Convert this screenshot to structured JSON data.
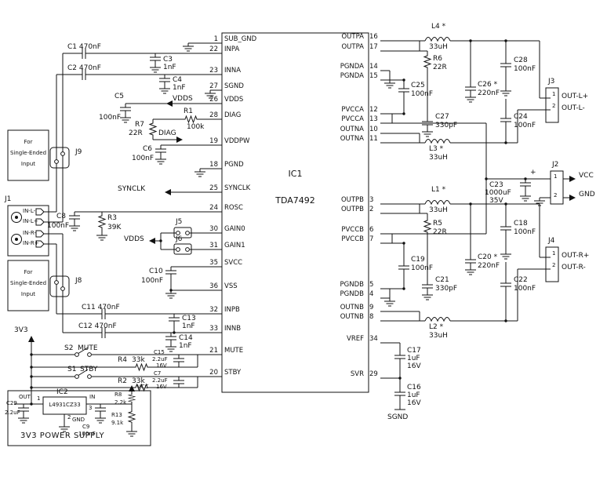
{
  "ic": {
    "ref": "IC1",
    "part": "TDA7492"
  },
  "pins_left": [
    {
      "num": "1",
      "name": "SUB_GND"
    },
    {
      "num": "22",
      "name": "INPA"
    },
    {
      "num": "23",
      "name": "INNA"
    },
    {
      "num": "27",
      "name": "SGND"
    },
    {
      "num": "26",
      "name": "VDDS"
    },
    {
      "num": "28",
      "name": "DIAG"
    },
    {
      "num": "19",
      "name": "VDDPW"
    },
    {
      "num": "18",
      "name": "PGND"
    },
    {
      "num": "25",
      "name": "SYNCLK"
    },
    {
      "num": "24",
      "name": "ROSC"
    },
    {
      "num": "30",
      "name": "GAIN0"
    },
    {
      "num": "31",
      "name": "GAIN1"
    },
    {
      "num": "35",
      "name": "SVCC"
    },
    {
      "num": "36",
      "name": "VSS"
    },
    {
      "num": "32",
      "name": "INPB"
    },
    {
      "num": "33",
      "name": "INNB"
    },
    {
      "num": "21",
      "name": "MUTE"
    },
    {
      "num": "20",
      "name": "STBY"
    }
  ],
  "pins_right": [
    {
      "num": "16",
      "name": "OUTPA"
    },
    {
      "num": "17",
      "name": "OUTPA"
    },
    {
      "num": "14",
      "name": "PGNDA"
    },
    {
      "num": "15",
      "name": "PGNDA"
    },
    {
      "num": "12",
      "name": "PVCCA"
    },
    {
      "num": "13",
      "name": "PVCCA"
    },
    {
      "num": "10",
      "name": "OUTNA"
    },
    {
      "num": "11",
      "name": "OUTNA"
    },
    {
      "num": "3",
      "name": "OUTPB"
    },
    {
      "num": "2",
      "name": "OUTPB"
    },
    {
      "num": "6",
      "name": "PVCCB"
    },
    {
      "num": "7",
      "name": "PVCCB"
    },
    {
      "num": "5",
      "name": "PGNDB"
    },
    {
      "num": "4",
      "name": "PGNDB"
    },
    {
      "num": "9",
      "name": "OUTNB"
    },
    {
      "num": "8",
      "name": "OUTNB"
    },
    {
      "num": "34",
      "name": "VREF"
    },
    {
      "num": "29",
      "name": "SVR"
    }
  ],
  "labels": {
    "c1": "C1 470nF",
    "c2": "C2 470nF",
    "c3r": "C3",
    "c3v": "1nF",
    "c4r": "C4",
    "c4v": "1nF",
    "c5r": "C5",
    "c5v": "100nF",
    "vdds_a": "VDDS",
    "vdds_b": "VDDS",
    "r1r": "R1",
    "r1v": "100k",
    "r7r": "R7",
    "r7v": "22R",
    "diag": "DIAG",
    "c6r": "C6",
    "c6v": "100nF",
    "synclk": "SYNCLK",
    "c8r": "C8",
    "c8v": "100nF",
    "r3r": "R3",
    "r3v": "39K",
    "j5": "J5",
    "j6": "J6",
    "c10r": "C10",
    "c10v": "100nF",
    "c11": "C11 470nF",
    "c12": "C12 470nF",
    "c13r": "C13",
    "c13v": "1nF",
    "c14r": "C14",
    "c14v": "1nF",
    "s2": "S2",
    "s2n": "MUTE",
    "r4r": "R4",
    "r4v": "33k",
    "c15r": "C15",
    "c15v": "2.2uF",
    "c15t": "16V",
    "s1": "S1",
    "s1n": "STBY",
    "r2r": "R2",
    "r2v": "33k",
    "c7r": "C7",
    "c7v": "2.2uF",
    "c7t": "16V",
    "rail3v3": "3V3",
    "j1": "J1",
    "in_lm": "IN-L-",
    "in_lp": "IN-L+",
    "in_rm": "IN-R-",
    "in_rp": "IN-R+",
    "se1": "For",
    "se2": "Single-Ended",
    "se3": "Input",
    "j9": "J9",
    "j8": "J8",
    "ps_out": "OUT",
    "ps_ic2": "IC2",
    "ps_in": "IN",
    "ps_part": "L4931CZ33",
    "ps_p1": "1",
    "ps_p2": "2",
    "ps_p3": "3",
    "ps_gnd": "GND",
    "c29r": "C29",
    "c29v": "2.2uF",
    "c9r": "C9",
    "c9v": "100nF",
    "r8r": "R8",
    "r8v": "2.2k",
    "vcc_ps": "VCC",
    "r13r": "R13",
    "r13v": "9.1k",
    "ps_title": "3V3 POWER SUPPLY",
    "l4r": "L4 *",
    "l4v": "33uH",
    "r6r": "R6",
    "r6v": "22R",
    "c28r": "C28",
    "c28v": "100nF",
    "c25r": "C25",
    "c25v": "100nF",
    "c26r": "C26 *",
    "c26v": "220nF",
    "j3": "J3",
    "out_lp": "OUT-L+",
    "out_lm": "OUT-L-",
    "j3p1": "1",
    "j3p2": "2",
    "c27r": "C27",
    "c27v": "330pF",
    "c24r": "C24",
    "c24v": "100nF",
    "l3r": "L3 *",
    "l3v": "33uH",
    "j2": "J2",
    "vcc_j2": "VCC",
    "gnd_j2": "GND",
    "j2p1": "1",
    "j2p2": "2",
    "c23r": "C23",
    "c23v": "1000uF",
    "c23t": "35V",
    "c23p": "+",
    "l1r": "L1 *",
    "l1v": "33uH",
    "r5r": "R5",
    "r5v": "22R",
    "c18r": "C18",
    "c18v": "100nF",
    "c19r": "C19",
    "c19v": "100nF",
    "c20r": "C20 *",
    "c20v": "220nF",
    "j4": "J4",
    "out_rp": "OUT-R+",
    "out_rm": "OUT-R-",
    "j4p1": "1",
    "j4p2": "2",
    "c21r": "C21",
    "c21v": "330pF",
    "c22r": "C22",
    "c22v": "100nF",
    "l2r": "L2 *",
    "l2v": "33uH",
    "c17r": "C17",
    "c17v": "1uF",
    "c17t": "16V",
    "c16r": "C16",
    "c16v": "1uF",
    "c16t": "16V",
    "sgnd": "SGND"
  }
}
